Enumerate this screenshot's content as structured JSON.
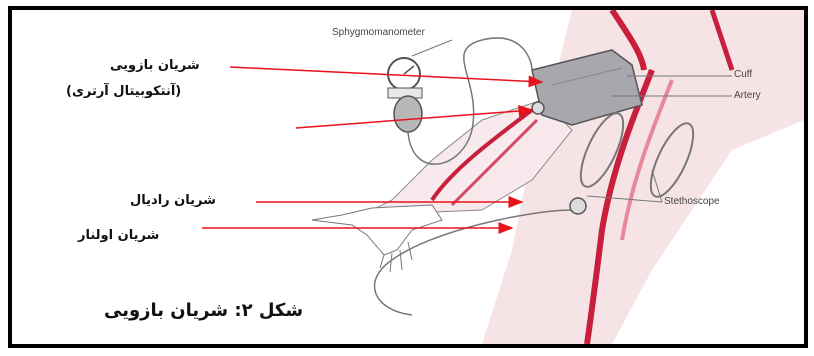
{
  "labels_fa": {
    "brachial": "شریان بازویی",
    "brachial_alt": "(آنتکوبیتال آرتری)",
    "radial": "شریان رادیال",
    "ulnar": "شریان اولنار"
  },
  "labels_en": {
    "sphygmomanometer": "Sphygmomanometer",
    "cuff": "Cuff",
    "artery": "Artery",
    "stethoscope": "Stethoscope"
  },
  "caption": "شکل ۲: شریان بازویی",
  "colors": {
    "arrow": "#e8121b",
    "skin": "#f6e3e6",
    "artery": "#c8203c",
    "outline": "#555555"
  }
}
